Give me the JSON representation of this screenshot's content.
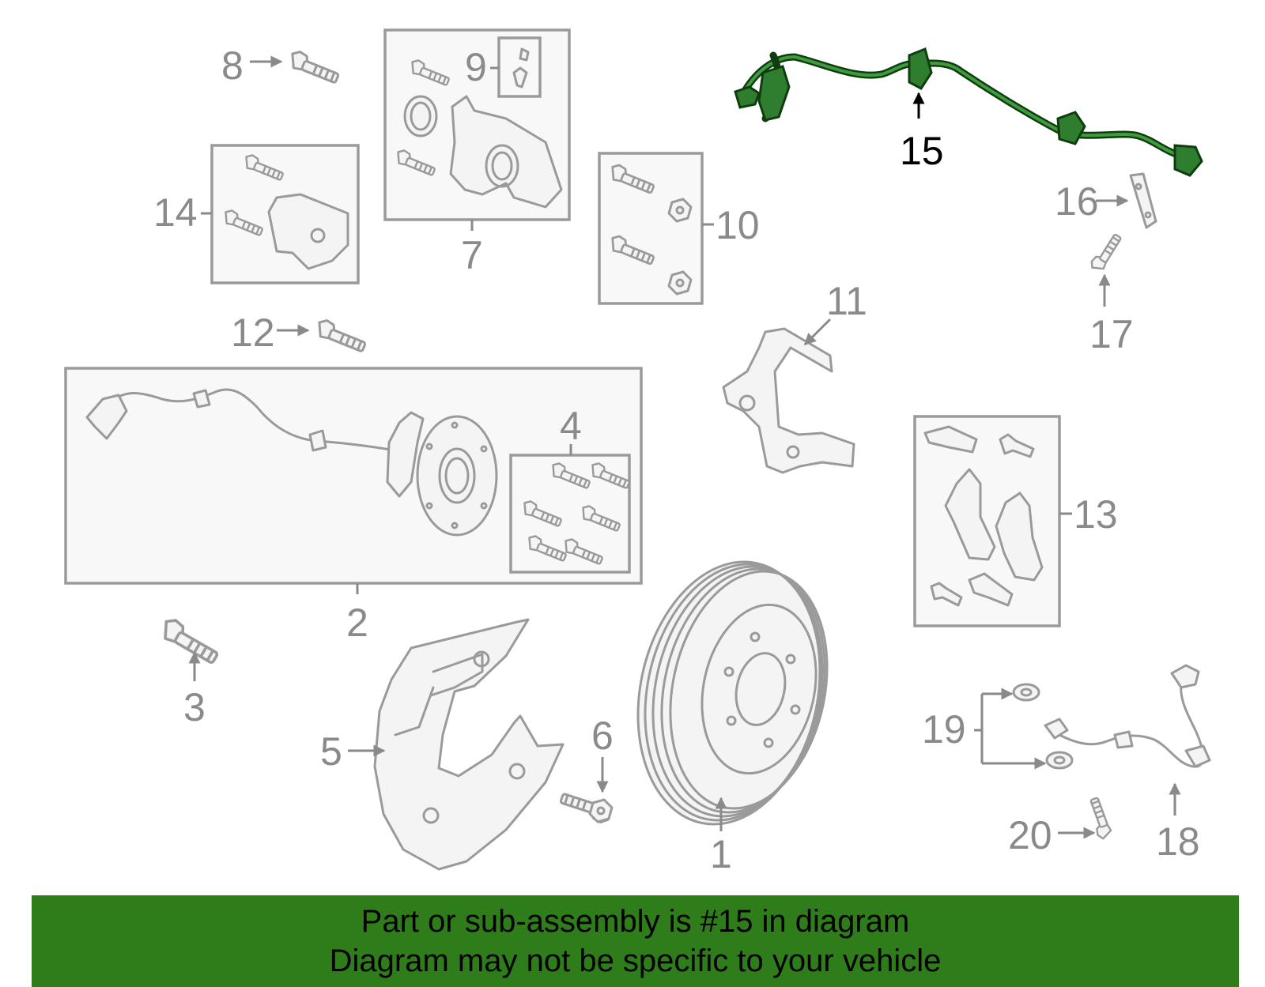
{
  "callouts": {
    "c1": "1",
    "c2": "2",
    "c3": "3",
    "c4": "4",
    "c5": "5",
    "c6": "6",
    "c7": "7",
    "c8": "8",
    "c9": "9",
    "c10": "10",
    "c11": "11",
    "c12": "12",
    "c13": "13",
    "c14": "14",
    "c15": "15",
    "c16": "16",
    "c17": "17",
    "c18": "18",
    "c19": "19",
    "c20": "20"
  },
  "highlighted_part": "15",
  "colors": {
    "highlight": "#2f7d2f",
    "banner": "#2e7d1a",
    "part_gray": "#9a9a9a"
  },
  "banner": {
    "line1": "Part or sub-assembly is #15 in diagram",
    "line2": "Diagram may not be specific to your vehicle"
  }
}
